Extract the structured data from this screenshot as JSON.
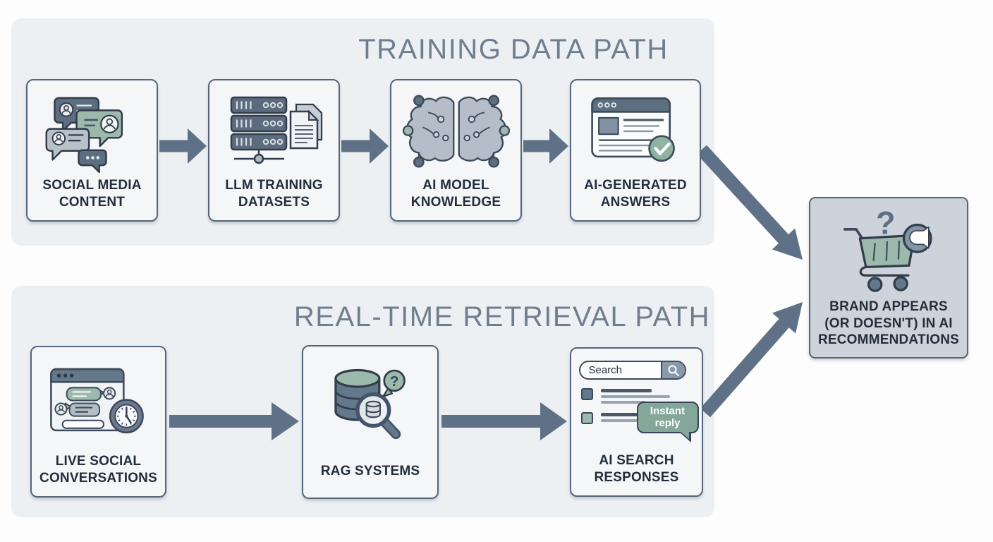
{
  "training_path": {
    "title": "TRAINING DATA PATH",
    "nodes": [
      {
        "label": "SOCIAL MEDIA CONTENT",
        "icon": "chat-bubbles-icon"
      },
      {
        "label": "LLM TRAINING DATASETS",
        "icon": "server-documents-icon"
      },
      {
        "label": "AI MODEL KNOWLEDGE",
        "icon": "circuit-brain-icon"
      },
      {
        "label": "AI-GENERATED ANSWERS",
        "icon": "browser-check-icon"
      }
    ]
  },
  "retrieval_path": {
    "title": "REAL-TIME RETRIEVAL PATH",
    "nodes": [
      {
        "label": "LIVE SOCIAL CONVERSATIONS",
        "icon": "chat-window-clock-icon"
      },
      {
        "label": "RAG SYSTEMS",
        "icon": "database-magnifier-icon"
      },
      {
        "label": "AI SEARCH RESPONSES",
        "icon": "search-results-icon"
      }
    ]
  },
  "outcome": {
    "label": "BRAND APPEARS (OR DOESN'T) IN AI RECOMMENDATIONS",
    "icon": "cart-question-icon"
  },
  "search_ui": {
    "placeholder": "Search",
    "instant_reply": "Instant reply"
  },
  "glyphs": {
    "question_mark": "?"
  },
  "colors": {
    "page_background": "#fdfdfd",
    "panel_background": "#edf0f3",
    "node_background": "#f4f6f8",
    "node_border": "#55667a",
    "outcome_background": "#cdd3da",
    "arrow": "#5e7186",
    "title_text": "#6f7e8e",
    "label_text": "#232e3c",
    "slate": "#5d6e80",
    "sage_green": "#9cb9ac",
    "teal_bubble": "#84a79a",
    "light_gray_bubble": "#b7bfc7"
  }
}
